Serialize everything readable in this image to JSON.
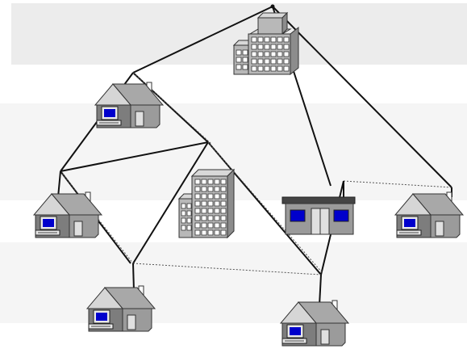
{
  "diagram": {
    "colors": {
      "background_band": "#ececec",
      "background_band_light": "#f5f5f5",
      "link_solid": "#111111",
      "link_dotted": "#555555",
      "building_gray": "#b8b8b8",
      "building_dark": "#8c8c8c",
      "roof_gray": "#9a9a9a",
      "screen_blue": "#0000cc",
      "window_white": "#ffffff",
      "shop_roof": "#444444"
    },
    "icons": [
      "house-icon",
      "office-building-icon",
      "apartment-tower-icon",
      "shop-icon",
      "network-hub-node"
    ],
    "nodes": [
      {
        "name": "hub-top"
      },
      {
        "name": "hub-left-upper"
      },
      {
        "name": "hub-center"
      },
      {
        "name": "hub-left-mid"
      },
      {
        "name": "hub-right-mid"
      },
      {
        "name": "hub-bottom-left"
      },
      {
        "name": "hub-bottom-right"
      }
    ],
    "sites": [
      {
        "name": "office-building",
        "type": "office"
      },
      {
        "name": "house-upper-left",
        "type": "house"
      },
      {
        "name": "apartment-tower",
        "type": "tower"
      },
      {
        "name": "shop",
        "type": "shop"
      },
      {
        "name": "house-left",
        "type": "house"
      },
      {
        "name": "house-right",
        "type": "house"
      },
      {
        "name": "house-bottom-left",
        "type": "house"
      },
      {
        "name": "house-bottom-right",
        "type": "house"
      }
    ]
  }
}
